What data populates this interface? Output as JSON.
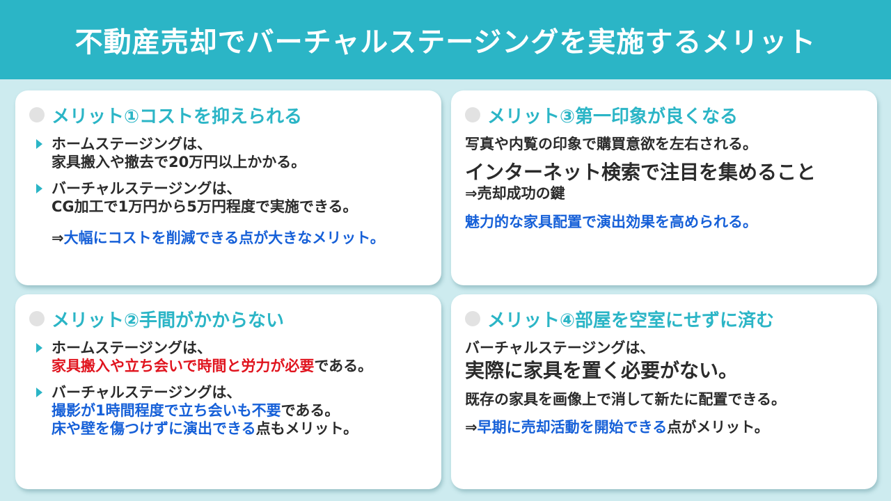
{
  "header": {
    "title": "不動産売却でバーチャルステージングを実施するメリット"
  },
  "colors": {
    "header_bg": "#2bb5c6",
    "page_bg": "#cdebef",
    "accent_teal": "#2bb5c6",
    "emphasis_blue": "#1660d8",
    "emphasis_red": "#e0141e",
    "text": "#2b2b2b"
  },
  "cards": {
    "merit1": {
      "title": "メリット①コストを抑えられる",
      "bullets": [
        {
          "line1": "ホームステージングは、",
          "line2": "家具搬入や撤去で20万円以上かかる。"
        },
        {
          "line1": "バーチャルステージングは、",
          "line2": "CG加工で1万円から5万円程度で実施できる。"
        }
      ],
      "conclusion_arrow": "⇒",
      "conclusion_emphasis": "大幅にコストを削減できる点が大きなメリット。"
    },
    "merit3": {
      "title": "メリット③第一印象が良くなる",
      "line1": "写真や内覧の印象で購買意欲を左右される。",
      "line2": "インターネット検索で注目を集めること",
      "line3": "⇒売却成功の鍵",
      "line4": "魅力的な家具配置で演出効果を高められる。"
    },
    "merit2": {
      "title": "メリット②手間がかからない",
      "bullets": [
        {
          "line1": "ホームステージングは、",
          "line2_emphasis": "家具搬入や立ち会いで時間と労力が必要",
          "line2_rest": "である。"
        },
        {
          "line1": "バーチャルステージングは、",
          "line2_emphasis": "撮影が1時間程度で立ち会いも不要",
          "line2_rest": "である。",
          "line3_emphasis": "床や壁を傷つけずに演出できる",
          "line3_rest": "点もメリット。"
        }
      ]
    },
    "merit4": {
      "title": "メリット④部屋を空室にせずに済む",
      "line1": "バーチャルステージングは、",
      "line2": "実際に家具を置く必要がない。",
      "line3": "既存の家具を画像上で消して新たに配置できる。",
      "conclusion_arrow": "⇒",
      "conclusion_emphasis": "早期に売却活動を開始できる",
      "conclusion_rest": "点がメリット。"
    }
  }
}
